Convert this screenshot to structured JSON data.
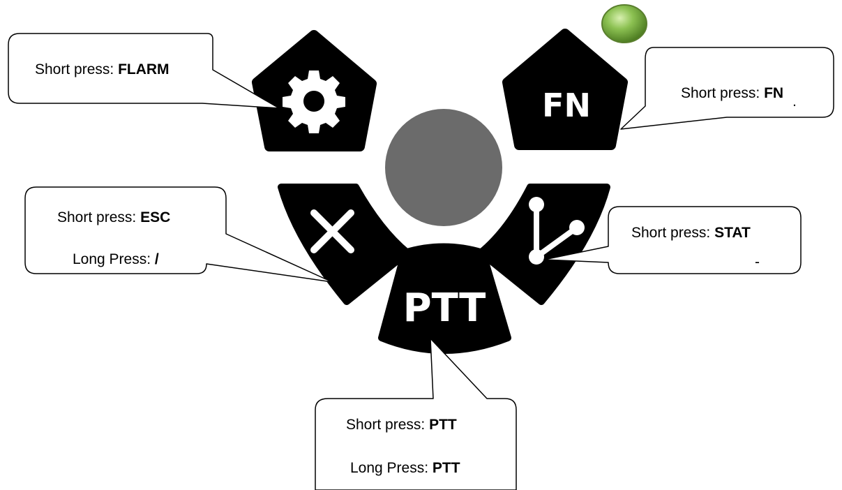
{
  "buttons": {
    "settings": {
      "icon": "gear-icon"
    },
    "fn": {
      "label": "FN"
    },
    "esc": {
      "icon": "close-icon"
    },
    "stat": {
      "icon": "branch-icon"
    },
    "ptt": {
      "label": "PTT"
    }
  },
  "callouts": {
    "settings": {
      "short_prefix": "Short press: ",
      "short_key": "FLARM"
    },
    "fn": {
      "short_prefix": "Short press: ",
      "short_key": "FN",
      "extra": "."
    },
    "esc": {
      "short_prefix": "Short press: ",
      "short_key": "ESC",
      "long_prefix": "Long Press: ",
      "long_key": "/"
    },
    "stat": {
      "short_prefix": "Short press: ",
      "short_key": "STAT",
      "extra": "-"
    },
    "ptt": {
      "short_prefix": "Short press: ",
      "short_key": "PTT",
      "long_prefix": "Long Press: ",
      "long_key": "PTT"
    }
  },
  "colors": {
    "button_fill": "#000000",
    "center_knob": "#6b6b6b",
    "status_led": "#7cb342",
    "callout_border": "#000000"
  }
}
